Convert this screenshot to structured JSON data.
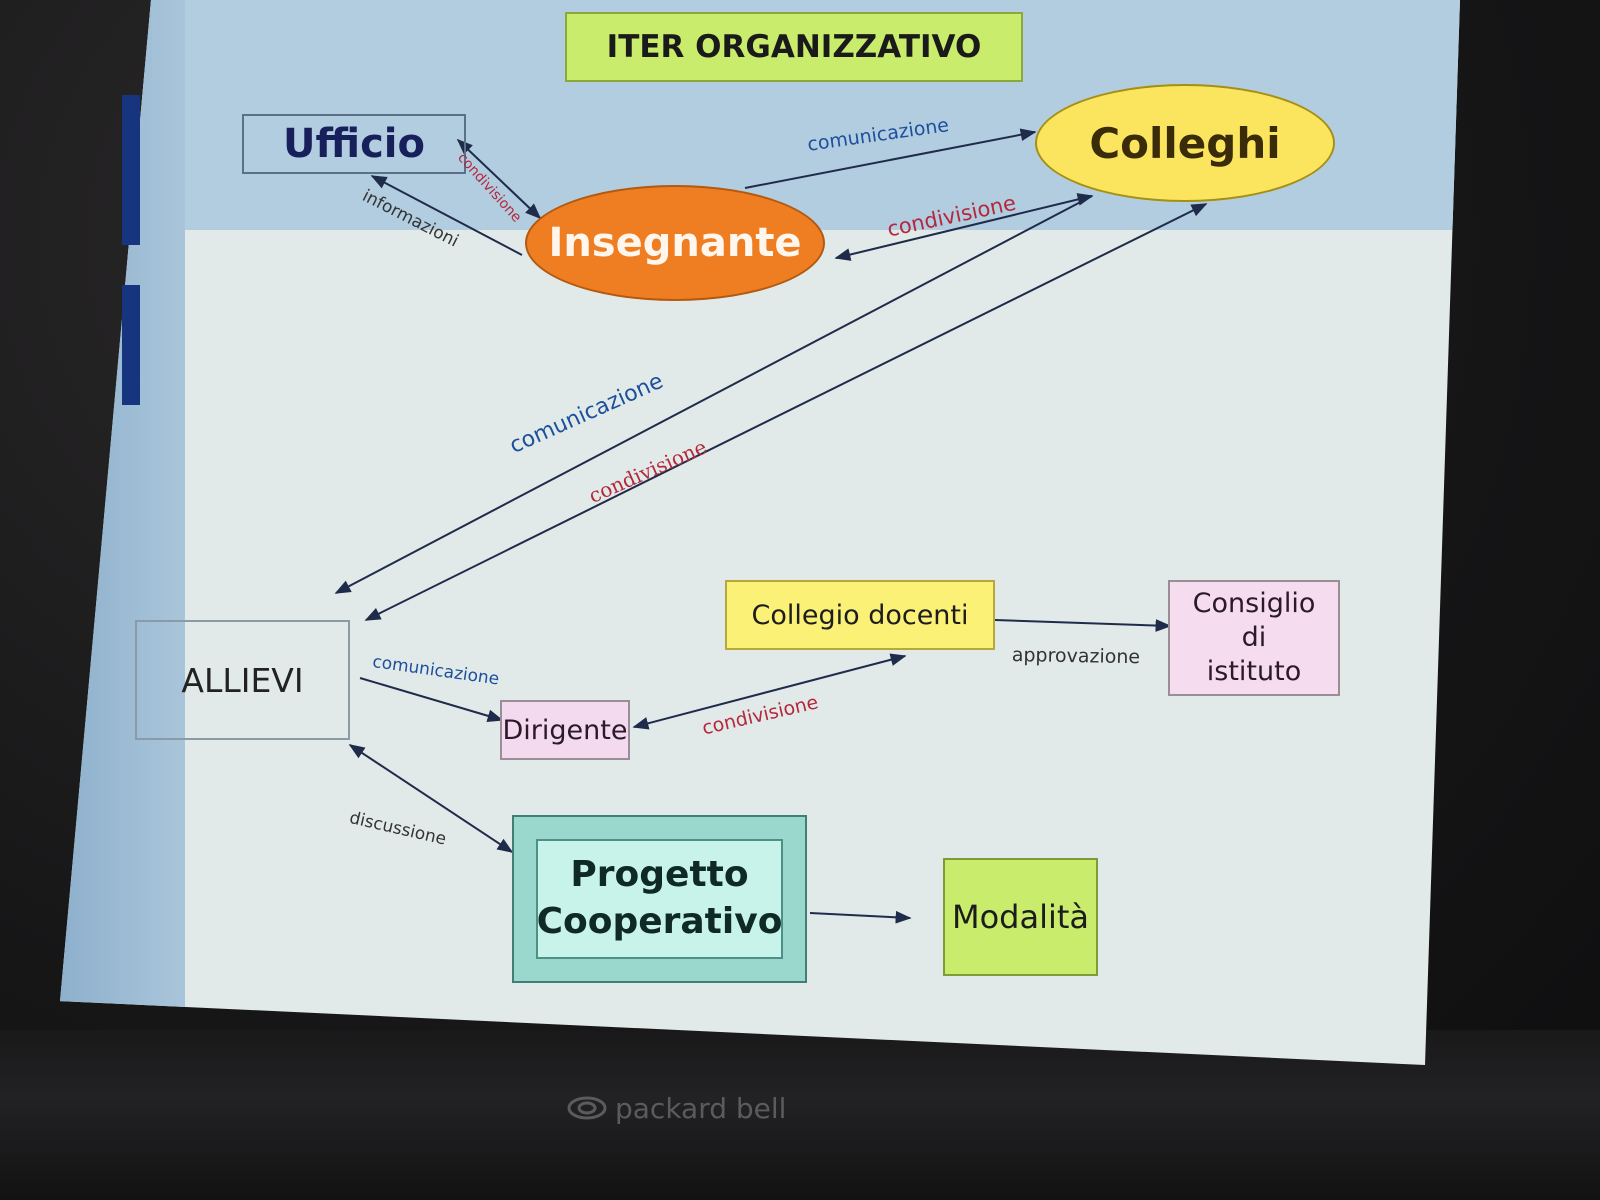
{
  "title": "ITER ORGANIZZATIVO",
  "nodes": {
    "ufficio": "Ufficio",
    "insegnante": "Insegnante",
    "colleghi": "Colleghi",
    "allievi": "ALLIEVI",
    "collegio_docenti": "Collegio docenti",
    "consiglio_line1": "Consiglio",
    "consiglio_line2": "di",
    "consiglio_line3": "istituto",
    "dirigente": "Dirigente",
    "progetto_line1": "Progetto",
    "progetto_line2": "Cooperativo",
    "modalita": "Modalità"
  },
  "edges": {
    "insegnante_ufficio_condivisione": "condivisione",
    "insegnante_ufficio_informazioni": "informazioni",
    "insegnante_colleghi_comunicazione": "comunicazione",
    "colleghi_insegnante_condivisione": "condivisione",
    "colleghi_allievi_comunicazione": "comunicazione",
    "colleghi_allievi_condivisione": "condivisione",
    "allievi_dirigente_comunicazione": "comunicazione",
    "collegio_dirigente_condivisione": "condivisione",
    "collegio_consiglio_approvazione": "approvazione",
    "allievi_progetto_discussione": "discussione"
  },
  "monitor_brand": "packard bell",
  "colors": {
    "title_fill": "#c9ec6c",
    "insegnante_fill": "#ef7d22",
    "colleghi_fill": "#fbe55e",
    "collegio_fill": "#faf176",
    "consiglio_fill": "#f6dcef",
    "dirigente_fill": "#f3daee",
    "progetto_fill": "#c8f3ea",
    "modalita_fill": "#c9ec6c",
    "label_blue": "#1c4f9c",
    "label_red": "#b4283c",
    "arrow": "#1f2b4a"
  }
}
